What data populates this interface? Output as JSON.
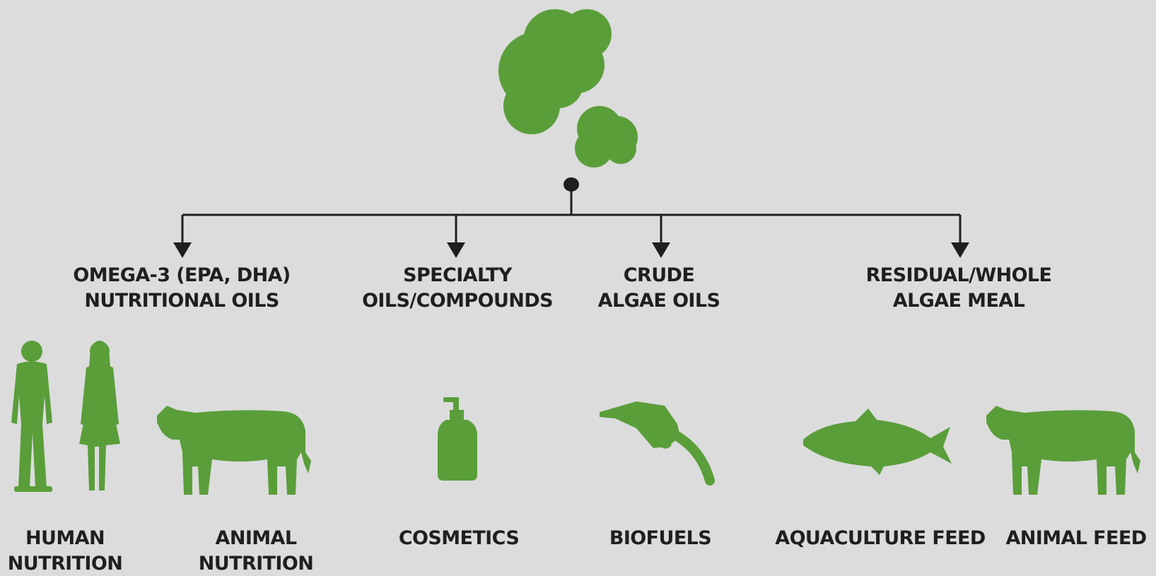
{
  "colors": {
    "background": "#dcdcdc",
    "icon_green": "#5a9e3a",
    "line": "#1f1f1f",
    "text": "#1f1f1f"
  },
  "source": {
    "icon": "algae-cluster-icon"
  },
  "categories": [
    {
      "id": "omega3",
      "line1": "OMEGA-3 (EPA, DHA)",
      "line2": "NUTRITIONAL OILS"
    },
    {
      "id": "specialty",
      "line1": "SPECIALTY",
      "line2": "OILS/COMPOUNDS"
    },
    {
      "id": "crude",
      "line1": "CRUDE",
      "line2": "ALGAE OILS"
    },
    {
      "id": "residual",
      "line1": "RESIDUAL/WHOLE",
      "line2": "ALGAE MEAL"
    }
  ],
  "applications": [
    {
      "id": "human-nutrition",
      "icon": "people-icon",
      "line1": "HUMAN",
      "line2": "NUTRITION"
    },
    {
      "id": "animal-nutrition",
      "icon": "cow-icon",
      "line1": "ANIMAL",
      "line2": "NUTRITION"
    },
    {
      "id": "cosmetics",
      "icon": "pump-bottle-icon",
      "line1": "COSMETICS",
      "line2": ""
    },
    {
      "id": "biofuels",
      "icon": "fuel-nozzle-icon",
      "line1": "BIOFUELS",
      "line2": ""
    },
    {
      "id": "aquaculture-feed",
      "icon": "fish-icon",
      "line1": "AQUACULTURE FEED",
      "line2": ""
    },
    {
      "id": "animal-feed",
      "icon": "cow-icon",
      "line1": "ANIMAL FEED",
      "line2": ""
    }
  ]
}
